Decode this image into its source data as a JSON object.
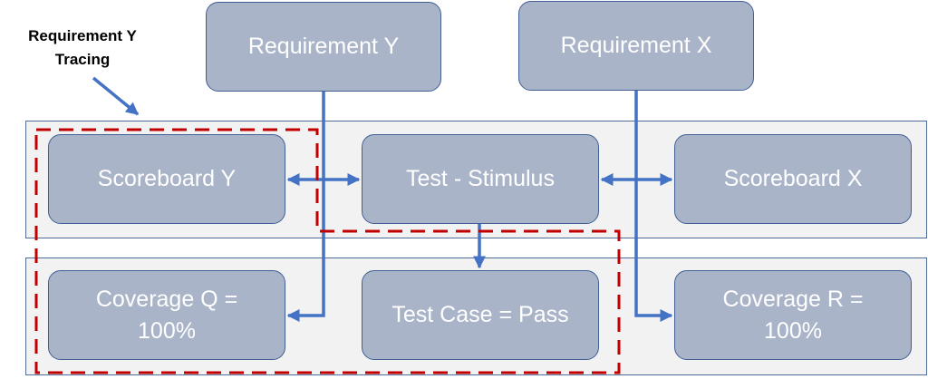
{
  "annotation": {
    "text": "Requirement Y Tracing"
  },
  "nodes": {
    "req_y": "Requirement Y",
    "req_x": "Requirement X",
    "scoreboard_y": "Scoreboard Y",
    "test_stimulus": "Test - Stimulus",
    "scoreboard_x": "Scoreboard X",
    "coverage_q": "Coverage Q = 100%",
    "test_case": "Test Case = Pass",
    "coverage_r": "Coverage R = 100%"
  },
  "colors": {
    "node_fill": "#aab4c8",
    "node_border": "#3f5f95",
    "panel_fill": "#f2f2f2",
    "panel_border": "#4f6d96",
    "arrow": "#4472c4",
    "trace_outline": "#c00000"
  }
}
